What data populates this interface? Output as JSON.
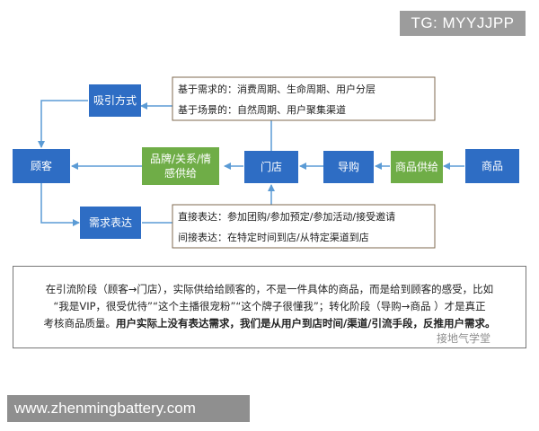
{
  "watermark_top": "TG: MYYJJPP",
  "watermark_bottom": "www.zhenmingbattery.com",
  "nodes": {
    "customer": "顾客",
    "attract": "吸引方式",
    "brand": [
      "品牌/关系/情",
      "感供给"
    ],
    "store": "门店",
    "guide": "导购",
    "supply": "商品供给",
    "product": "商品",
    "demand": "需求表达"
  },
  "note_top": [
    "基于需求的：消费周期、生命周期、用户分层",
    "基于场景的：自然周期、用户聚集渠道"
  ],
  "note_bottom": [
    "直接表达：参加团购/参加预定/参加活动/接受邀请",
    "间接表达：在特定时间到店/从特定渠道到店"
  ],
  "paragraph": {
    "line1": "在引流阶段（顾客→门店），实际供给给顾客的，不是一件具体的商品，而是给到顾客的感受，比如",
    "line2": "“我是VIP，很受优待”“这个主播很宠粉”“这个牌子很懂我”；转化阶段（导购→商品 ）才是真正",
    "line3_plain": "考核商品质量。",
    "line3_bold": "用户实际上没有表达需求，我们是从用户到店时间/渠道/引流手段，反推用户需求。",
    "watermark": "接地气学堂"
  },
  "colors": {
    "node_fill": "#2e6dc4",
    "node_green": "#6fad47",
    "arrow": "#5b9bd5",
    "note_border": "#7f6a4f"
  }
}
